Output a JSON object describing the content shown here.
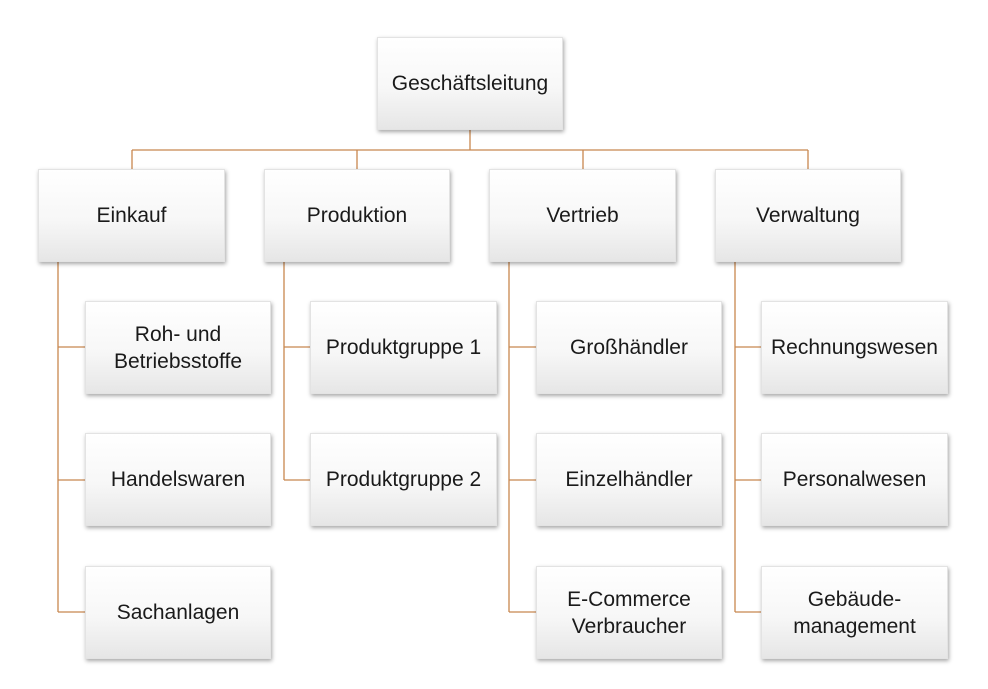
{
  "line_color": "#c8874f",
  "root": {
    "label": "Geschäftsleitung"
  },
  "departments": [
    {
      "label": "Einkauf",
      "children": [
        "Roh- und\nBetriebsstoffe",
        "Handelswaren",
        "Sachanlagen"
      ]
    },
    {
      "label": "Produktion",
      "children": [
        "Produktgruppe 1",
        "Produktgruppe 2"
      ]
    },
    {
      "label": "Vertrieb",
      "children": [
        "Großhändler",
        "Einzelhändler",
        "E-Commerce\nVerbraucher"
      ]
    },
    {
      "label": "Verwaltung",
      "children": [
        "Rechnungswesen",
        "Personalwesen",
        "Gebäude-\nmanagement"
      ]
    }
  ]
}
